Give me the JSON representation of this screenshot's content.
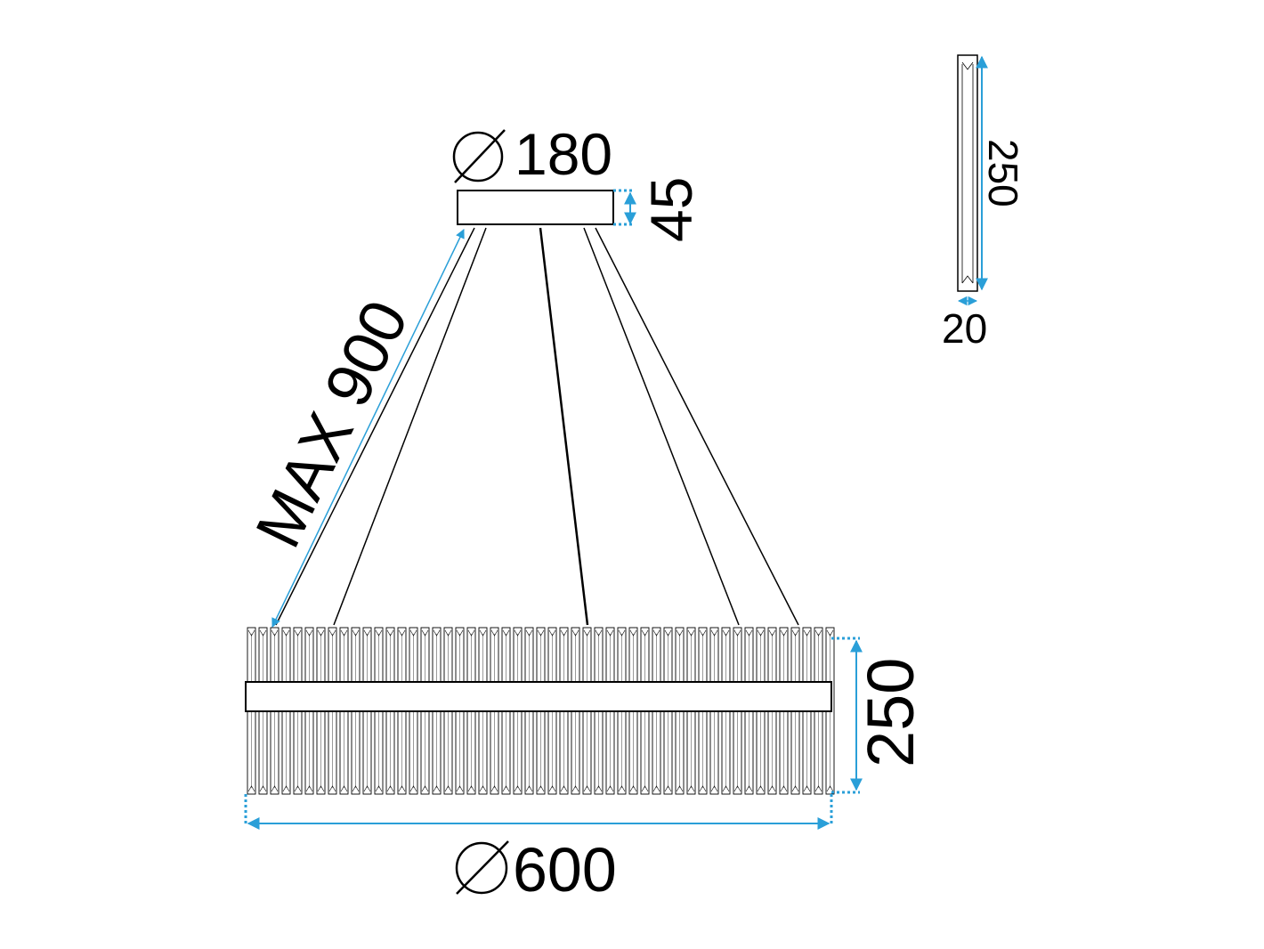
{
  "dimensions": {
    "canopy_diameter": "180",
    "canopy_height": "45",
    "max_suspension": "MAX 900",
    "ring_height": "250",
    "ring_diameter": "600",
    "crystal_height": "250",
    "crystal_width": "20"
  },
  "colors": {
    "line": "#000000",
    "dimension": "#2a9fd8",
    "background": "#ffffff"
  }
}
